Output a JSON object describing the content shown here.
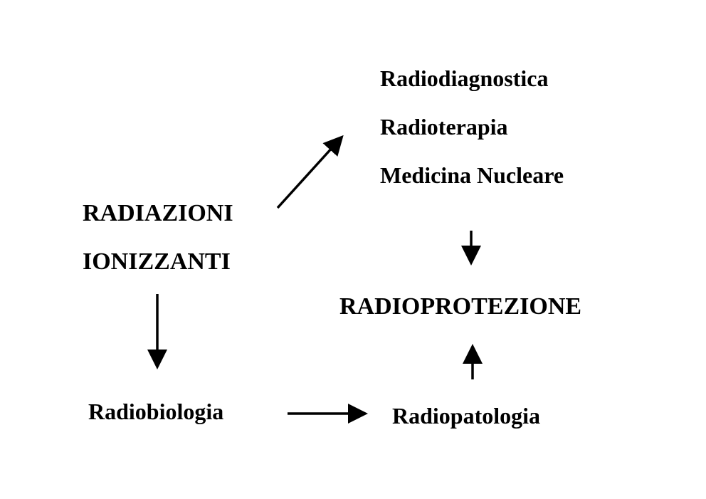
{
  "nodes": {
    "radiazioni": "RADIAZIONI",
    "ionizzanti": "IONIZZANTI",
    "radiodiagnostica": "Radiodiagnostica",
    "radioterapia": "Radioterapia",
    "medicina_nucleare": "Medicina Nucleare",
    "radioprotezione": "RADIOPROTEZIONE",
    "radiobiologia": "Radiobiologia",
    "radiopatologia": "Radiopatologia"
  },
  "edges": [
    {
      "from": "RADIAZIONI IONIZZANTI",
      "to": "Radiodiagnostica / Radioterapia / Medicina Nucleare"
    },
    {
      "from": "Radiodiagnostica / Radioterapia / Medicina Nucleare",
      "to": "RADIOPROTEZIONE"
    },
    {
      "from": "RADIAZIONI IONIZZANTI",
      "to": "Radiobiologia"
    },
    {
      "from": "Radiobiologia",
      "to": "Radiopatologia"
    },
    {
      "from": "Radiopatologia",
      "to": "RADIOPROTEZIONE"
    }
  ],
  "colors": {
    "text": "#000000",
    "background": "#ffffff"
  }
}
